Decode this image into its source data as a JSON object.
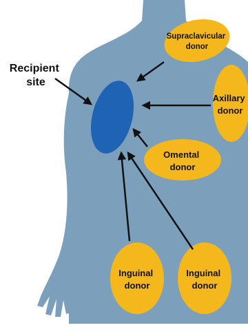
{
  "recipient": {
    "line1": "Recipient",
    "line2": "site"
  },
  "donors": {
    "supraclavicular": {
      "line1": "Supraclavicular",
      "line2": "donor"
    },
    "axillary": {
      "line1": "Axillary",
      "line2": "donor"
    },
    "omental": {
      "line1": "Omental",
      "line2": "donor"
    },
    "inguinal_left": {
      "line1": "Inguinal",
      "line2": "donor"
    },
    "inguinal_right": {
      "line1": "Inguinal",
      "line2": "donor"
    }
  },
  "colors": {
    "body": "#7c9fbb",
    "recipient": "#1f64b4",
    "donor": "#f5b81c",
    "arrow": "#111111",
    "text": "#111111"
  }
}
